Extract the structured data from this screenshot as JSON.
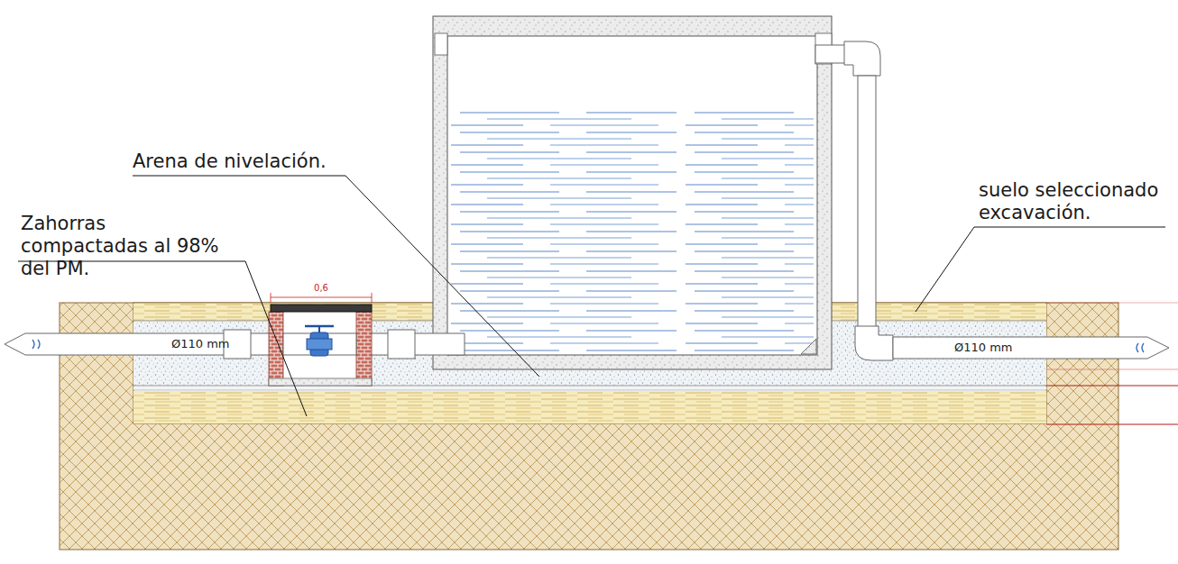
{
  "diagram": {
    "labels": [
      "Arena de nivelación.",
      "Zahorras compactadas al 98% del PM.",
      "suelo seleccionado excavación.",
      "0,6",
      "Ø110 mm",
      "Ø110 mm"
    ]
  }
}
